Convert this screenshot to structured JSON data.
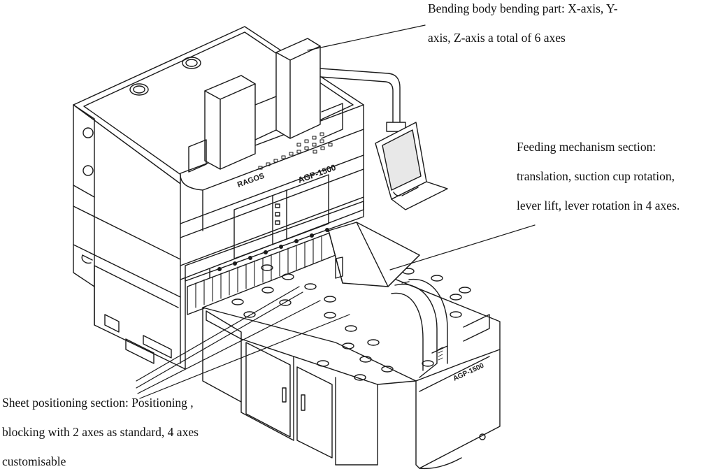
{
  "annotations": {
    "bending": {
      "line1": "Bending body bending part: X-axis, Y-",
      "line2": "axis, Z-axis a total of 6 axes"
    },
    "feeding": {
      "line1": "Feeding mechanism section:",
      "line2": "translation, suction cup rotation,",
      "line3": "lever lift, lever rotation in 4 axes."
    },
    "positioning": {
      "line1": "Sheet positioning section: Positioning ,",
      "line2": "blocking with 2 axes as standard, 4 axes",
      "line3": "customisable"
    }
  },
  "machine": {
    "brand_label": "RAGOS",
    "model_label": "AGP-1500",
    "model_label_base": "AGP-1500"
  },
  "colors": {
    "line": "#1a1a1a",
    "fill": "#ffffff",
    "shade": "#e8e8e8"
  }
}
